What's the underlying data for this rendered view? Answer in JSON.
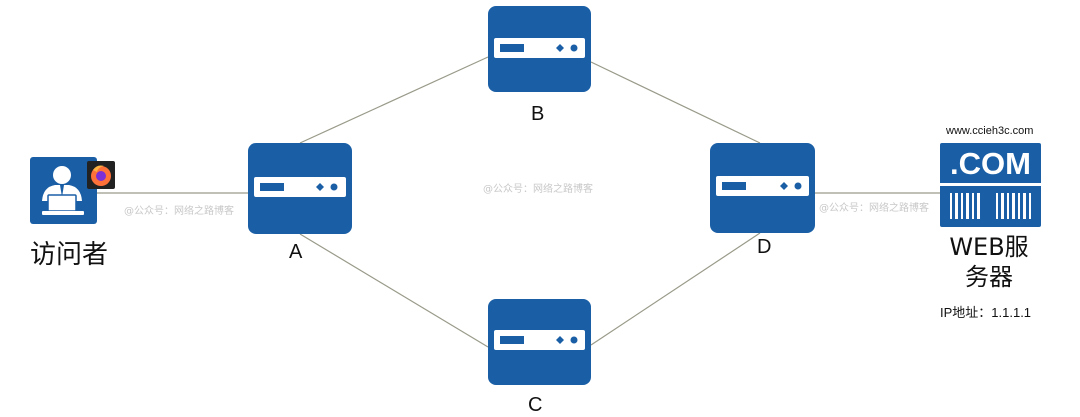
{
  "nodes": {
    "visitor": {
      "label": "访问者"
    },
    "router_a": {
      "label": "A"
    },
    "router_b": {
      "label": "B"
    },
    "router_c": {
      "label": "C"
    },
    "router_d": {
      "label": "D"
    },
    "server": {
      "label_line1": "WEB服",
      "label_line2": "务器",
      "domain": "www.ccieh3c.com",
      "badge": ".COM",
      "ip": "IP地址：1.1.1.1"
    }
  },
  "watermarks": {
    "left": "@公众号：网络之路博客",
    "center": "@公众号：网络之路博客",
    "right": "@公众号：网络之路博客"
  },
  "colors": {
    "device_blue": "#1a5fa6",
    "link_line": "#9a9a8a",
    "firefox_orange": "#ff7139"
  },
  "icons": {
    "visitor": "user-at-laptop-icon",
    "browser": "firefox-icon",
    "router": "router-icon",
    "server": "web-server-icon"
  }
}
